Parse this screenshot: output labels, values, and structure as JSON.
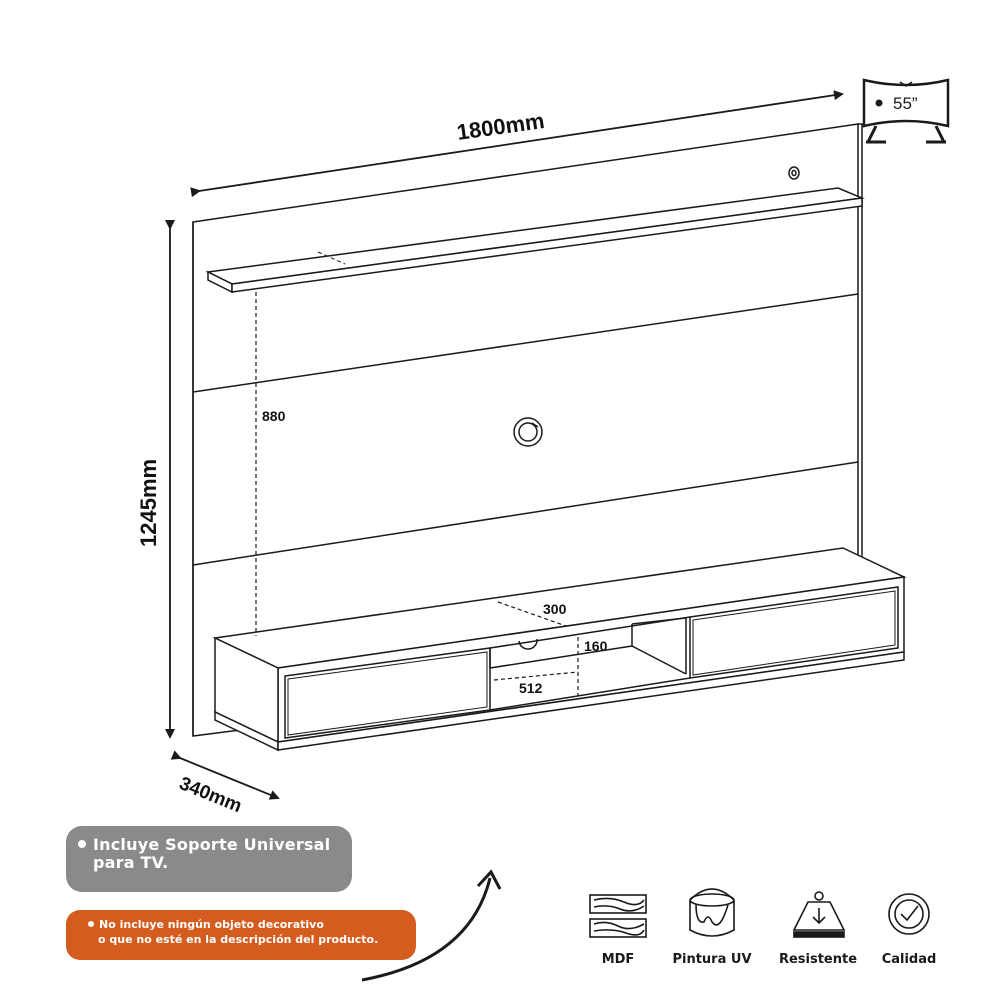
{
  "dimensions": {
    "width": "1800mm",
    "height": "1245mm",
    "depth": "340mm",
    "shelf_height": "880",
    "niche_depth": "300",
    "niche_height": "160",
    "niche_width": "512"
  },
  "tv_badge": {
    "size": "55”"
  },
  "notes": {
    "support": {
      "line1": "Incluye Soporte Universal",
      "line2": "para TV."
    },
    "disclaimer": {
      "line1": "No incluye ningún objeto decorativo",
      "line2": "o que no esté en la descripción del producto."
    }
  },
  "features": [
    {
      "icon": "mdf-wood-icon",
      "label": "MDF"
    },
    {
      "icon": "paint-can-icon",
      "label": "Pintura UV"
    },
    {
      "icon": "weight-icon",
      "label": "Resistente"
    },
    {
      "icon": "quality-check-icon",
      "label": "Calidad"
    }
  ],
  "colors": {
    "line": "#1a1a1a",
    "note_gray": "#8a8a8a",
    "note_orange": "#d45c1e"
  }
}
